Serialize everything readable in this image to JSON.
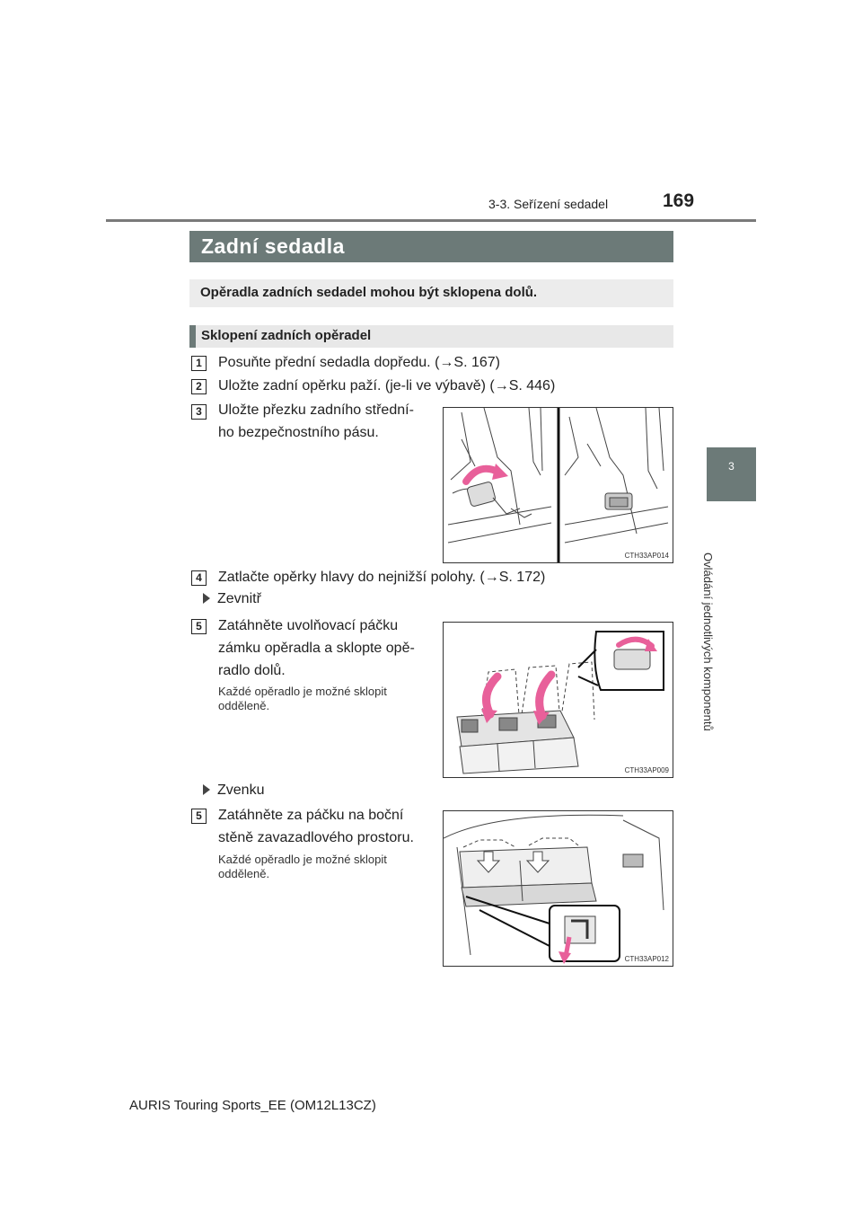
{
  "header": {
    "section": "3-3. Seřízení sedadel",
    "page_number": "169"
  },
  "side_tab": {
    "chapter_number": "3",
    "chapter_title": "Ovládání jednotlivých komponentů"
  },
  "section_title": "Zadní sedadla",
  "intro": "Opěradla zadních sedadel mohou být sklopena dolů.",
  "subsection_title": "Sklopení zadních opěradel",
  "steps": [
    {
      "num": "1",
      "text": "Posuňte přední sedadla dopředu. (→S. 167)"
    },
    {
      "num": "2",
      "text": "Uložte zadní opěrku paží. (je-li ve výbavě) (→S. 446)"
    },
    {
      "num": "3",
      "line1": "Uložte přezku zadního střední-",
      "line2": "ho bezpečnostního pásu."
    },
    {
      "num": "4",
      "text": "Zatlačte opěrky hlavy do nejnižší polohy. (→S. 172)"
    }
  ],
  "inside": {
    "bullet": "Zevnitř",
    "num": "5",
    "line1": "Zatáhněte uvolňovací páčku",
    "line2": "zámku opěradla a sklopte opě-",
    "line3": "radlo dolů.",
    "note_line1": "Každé opěradlo je možné sklopit",
    "note_line2": "odděleně."
  },
  "outside": {
    "bullet": "Zvenku",
    "num": "5",
    "line1": "Zatáhněte za páčku na boční",
    "line2": "stěně zavazadlového prostoru.",
    "note_line1": "Každé opěradlo je možné sklopit",
    "note_line2": "odděleně."
  },
  "figures": {
    "fig1_code": "CTH33AP014",
    "fig2_code": "CTH33AP009",
    "fig3_code": "CTH33AP012"
  },
  "colors": {
    "title_bar": "#6c7a78",
    "arrow_pink": "#e8609a"
  },
  "footer": {
    "model": "AURIS Touring Sports_EE (OM12L13CZ)"
  }
}
